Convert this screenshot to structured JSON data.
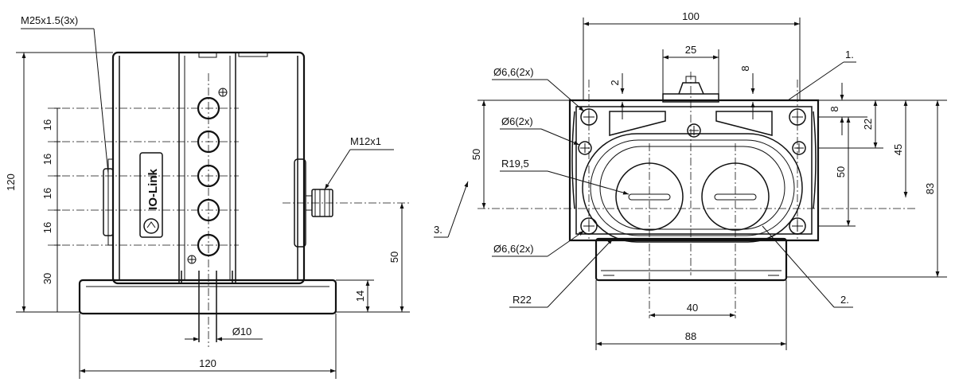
{
  "side_view": {
    "thread_main": "M25x1.5(3x)",
    "thread_connector": "M12x1",
    "height_total": "120",
    "pitch_1": "16",
    "pitch_2": "16",
    "pitch_3": "16",
    "pitch_4": "16",
    "bottom_offset": "30",
    "connector_height": "50",
    "base_height": "14",
    "shaft_diameter": "Ø10",
    "base_width": "120",
    "logo_text": "IO-Link"
  },
  "front_view": {
    "width_total": "100",
    "top_width": "25",
    "dim_small": "2",
    "dim_top_8": "8",
    "hole_top": "Ø6,6(2x)",
    "hole_mid": "Ø6(2x)",
    "hole_spacing": "50",
    "radius_large": "R19,5",
    "hole_bottom": "Ø6,6(2x)",
    "radius_small": "R22",
    "slot_spacing": "40",
    "base_width": "88",
    "right_8": "8",
    "right_22": "22",
    "right_50": "50",
    "right_45": "45",
    "right_83": "83",
    "callout_1": "1.",
    "callout_2": "2.",
    "callout_3": "3."
  }
}
